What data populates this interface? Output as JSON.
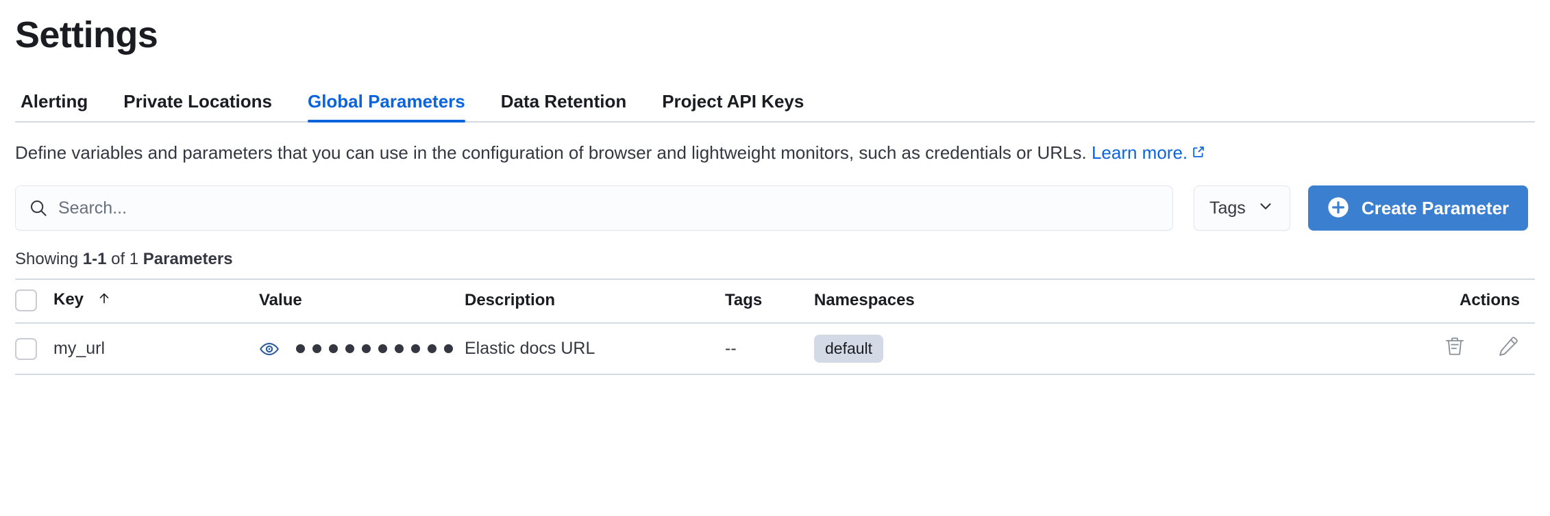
{
  "header": {
    "title": "Settings"
  },
  "tabs": [
    {
      "label": "Alerting",
      "active": false
    },
    {
      "label": "Private Locations",
      "active": false
    },
    {
      "label": "Global Parameters",
      "active": true
    },
    {
      "label": "Data Retention",
      "active": false
    },
    {
      "label": "Project API Keys",
      "active": false
    }
  ],
  "description": {
    "text": "Define variables and parameters that you can use in the configuration of browser and lightweight monitors, such as credentials or URLs. ",
    "link_label": "Learn more.",
    "link_icon": "external-link-icon"
  },
  "controls": {
    "search": {
      "placeholder": "Search...",
      "value": "",
      "icon": "search-icon"
    },
    "tags_button": {
      "label": "Tags",
      "icon": "chevron-down-icon"
    },
    "create_button": {
      "label": "Create Parameter",
      "icon": "plus-circle-icon"
    }
  },
  "summary": {
    "prefix": "Showing ",
    "range": "1-1",
    "middle": " of 1 ",
    "entity": "Parameters"
  },
  "table": {
    "columns": [
      {
        "key": "select",
        "label": ""
      },
      {
        "key": "key",
        "label": "Key",
        "sort": "asc",
        "sort_icon": "arrow-up-icon"
      },
      {
        "key": "value",
        "label": "Value"
      },
      {
        "key": "description",
        "label": "Description"
      },
      {
        "key": "tags",
        "label": "Tags"
      },
      {
        "key": "namespaces",
        "label": "Namespaces"
      },
      {
        "key": "actions",
        "label": "Actions"
      }
    ],
    "rows": [
      {
        "selected": false,
        "key": "my_url",
        "value_masked_dots": 10,
        "value_toggle_icon": "eye-icon",
        "description": "Elastic docs URL",
        "tags": "--",
        "namespaces": [
          "default"
        ],
        "actions": [
          "trash-icon",
          "pencil-icon"
        ]
      }
    ]
  },
  "colors": {
    "accent": "#0b64dd",
    "primary_button": "#3a7fd0",
    "badge_bg": "#d3dae6",
    "border": "#d3dae6",
    "text": "#343741",
    "eye_icon": "#2b5c9b"
  }
}
